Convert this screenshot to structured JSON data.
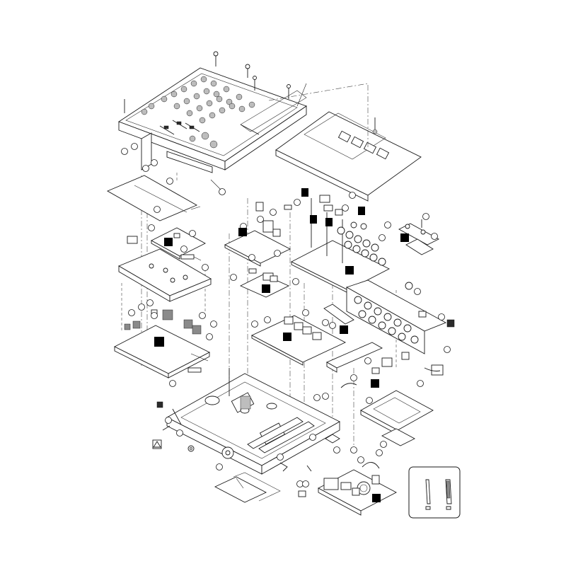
{
  "diagram": {
    "kind": "exploded-parts-view",
    "legend": {
      "items": [
        "connector-strip-light",
        "connector-strip-dark"
      ]
    },
    "warning_symbol": "warning-icon"
  }
}
